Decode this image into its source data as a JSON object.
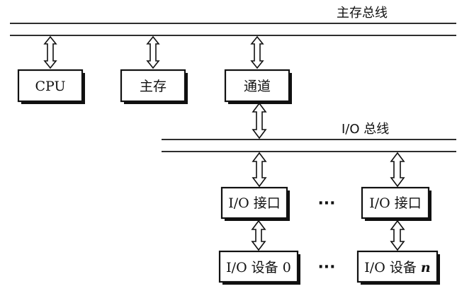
{
  "diagram": {
    "main_bus_label": "主存总线",
    "io_bus_label": "I/O 总线",
    "nodes": {
      "cpu": "CPU",
      "main_memory": "主存",
      "channel": "通道",
      "io_interface_first": "I/O 接口",
      "io_interface_last": "I/O 接口",
      "io_device_first_prefix": "I/O 设备 ",
      "io_device_first_index": "0",
      "io_device_last_prefix": "I/O 设备 ",
      "io_device_last_index": "n"
    },
    "ellipsis": "···"
  }
}
